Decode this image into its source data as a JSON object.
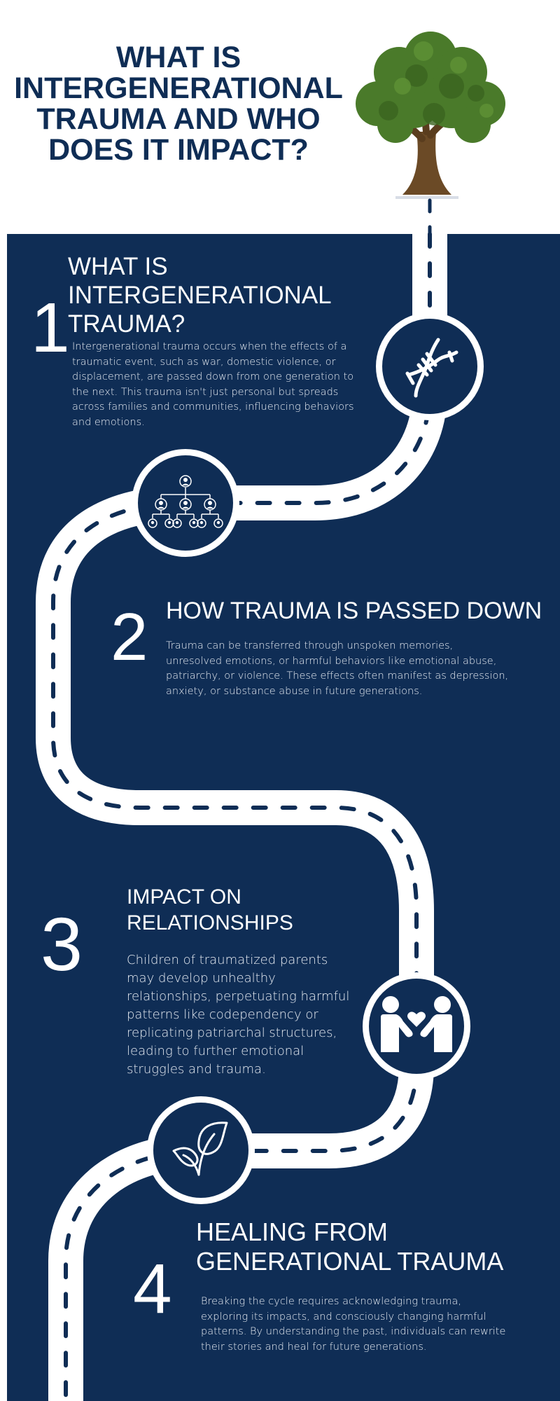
{
  "header": {
    "title_lines": [
      "WHAT IS",
      "INTERGENERATIONAL",
      "TRAUMA AND WHO",
      "DOES IT IMPACT?"
    ],
    "illustration": "tree-icon"
  },
  "colors": {
    "navy": "#0f2d55",
    "white": "#ffffff",
    "body_text": "#e6ebf2",
    "tree_green": "#4a7a2a",
    "tree_trunk": "#6b4a26"
  },
  "sections": [
    {
      "number": "1",
      "heading_lines": [
        "WHAT IS",
        "INTERGENERATIONAL",
        "TRAUMA?"
      ],
      "body": "Intergenerational trauma occurs when the effects of a traumatic event, such as war, domestic violence, or displacement, are passed down from one generation to the next. This trauma isn't just personal but spreads across families and communities, influencing behaviors and emotions.",
      "icon": "dna-icon"
    },
    {
      "number": "2",
      "heading_lines": [
        "HOW TRAUMA IS PASSED DOWN"
      ],
      "body": "Trauma can be transferred through unspoken memories, unresolved emotions, or harmful behaviors like emotional abuse, patriarchy, or violence. These effects often manifest as depression, anxiety, or substance abuse in future generations.",
      "icon": "family-tree-icon"
    },
    {
      "number": "3",
      "heading_lines": [
        "IMPACT ON",
        "RELATIONSHIPS"
      ],
      "body": "Children of traumatized parents may develop unhealthy relationships, perpetuating harmful patterns like codependency or replicating patriarchal structures, leading to further emotional struggles and trauma.",
      "icon": "relationship-heart-icon"
    },
    {
      "number": "4",
      "heading_lines": [
        "HEALING FROM",
        "GENERATIONAL TRAUMA"
      ],
      "body": "Breaking the cycle requires acknowledging trauma, exploring its impacts, and consciously changing harmful patterns. By understanding the past, individuals can rewrite their stories and heal for future generations.",
      "icon": "sprout-leaves-icon"
    }
  ]
}
